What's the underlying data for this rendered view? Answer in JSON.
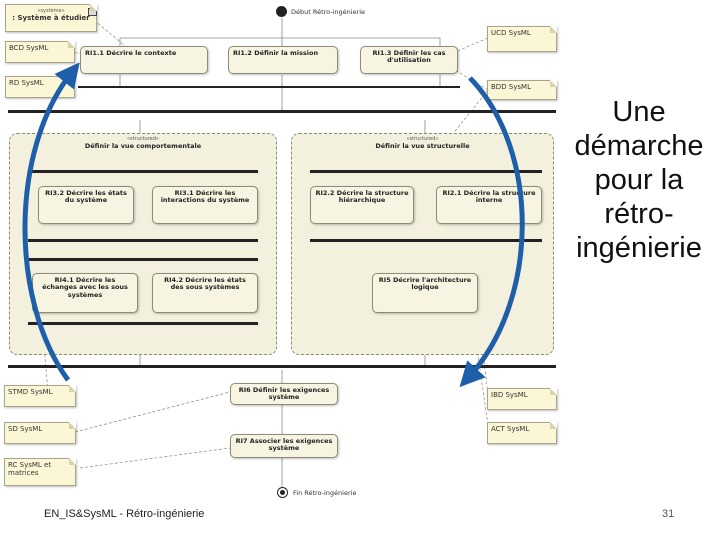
{
  "diagram": {
    "start_label": "Début Rétro-ingénierie",
    "end_label": "Fin Rétro-ingénierie",
    "system_note": {
      "stereotype": "«système»",
      "label": ": Système à étudier"
    },
    "notes": {
      "bcd_top": "BCD SysML",
      "rd": "RD SysML",
      "ucd": "UCD SysML",
      "bdd": "BDD SysML",
      "stmd": "STMD SysML",
      "sd": "SD SysML",
      "rc": "RC SysML et matrices",
      "ibd": "IBD SysML",
      "act": "ACT SysML"
    },
    "activities": {
      "ri1_1": "RI1.1 Décrire le contexte",
      "ri1_2": "RI1.2 Définir la mission",
      "ri1_3": "RI1.3 Définir les cas d'utilisation",
      "ri3_2": "RI3.2 Décrire les états du système",
      "ri3_1": "RI3.1 Décrire les interactions du système",
      "ri4_1": "RI4.1 Décrire les échanges avec les sous systèmes",
      "ri4_2": "RI4.2 Décrire les états des sous systèmes",
      "ri2_2": "RI2.2 Décrire la structure hiérarchique",
      "ri2_1": "RI2.1 Décrire la structure interne",
      "ri5": "RI5 Décrire l'architecture logique",
      "ri6": "RI6 Définir les exigences système",
      "ri7": "RI7 Associer les exigences système"
    },
    "regions": {
      "behavior": {
        "stereotype": "«structured»",
        "title": "Définir la vue comportementale"
      },
      "structure": {
        "stereotype": "«structured»",
        "title": "Définir la vue structurelle"
      }
    }
  },
  "slide": {
    "title_lines": [
      "Une",
      "démarche",
      "pour la",
      "rétro-",
      "ingénierie"
    ],
    "footer_left": "EN_IS&SysML - Rétro-ingénierie",
    "page_number": "31"
  },
  "colors": {
    "note_fill": "#fbf7d6",
    "activity_fill": "#f7f5e2",
    "region_fill": "#f3f1de",
    "arrow_blue": "#1f5ea8"
  }
}
